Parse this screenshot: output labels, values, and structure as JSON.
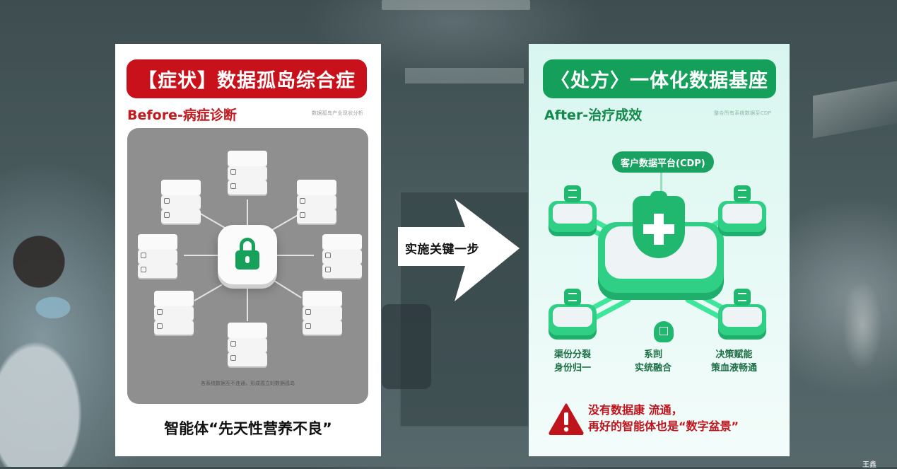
{
  "left_panel": {
    "title": "【症状】数据孤岛综合症",
    "subtitle": "Before-病症诊断",
    "tiny_note": "数据孤岛产业现状分析",
    "diagram": {
      "center_icon": "lock-icon",
      "node_count": 8,
      "node_icon": "database-icon",
      "caption": "各系统数据互不连通，形成孤立的数据孤岛"
    },
    "bottom_text": "智能体“先天性营养不良”",
    "colors": {
      "banner": "#c8111b",
      "subtitle": "#c41a1f",
      "lock": "#16a05a"
    }
  },
  "arrow": {
    "label": "实施关键一步"
  },
  "right_panel": {
    "title": "〈处方〉一体化数据基座",
    "subtitle": "After-治疗成效",
    "tiny_note": "整合所有系统数据至CDP",
    "diagram": {
      "platform_label": "客户数据平台(CDP)",
      "center_icon": "medical-cross-shield-icon",
      "node_icon": "document-icon"
    },
    "features": [
      {
        "line1": "渠份分裂",
        "line2": "身份归一"
      },
      {
        "line1": "系剀",
        "line2": "实统融合"
      },
      {
        "line1": "决策赋能",
        "line2": "策血液畅通"
      }
    ],
    "warning": {
      "icon": "warning-triangle-icon",
      "line1": "没有数据康 流通，",
      "line2": "再好的智能体也是“数字盆景”"
    },
    "colors": {
      "banner": "#14a05a",
      "subtitle": "#138a4b",
      "warning": "#c0141c"
    }
  },
  "corner_text": "王鑫"
}
